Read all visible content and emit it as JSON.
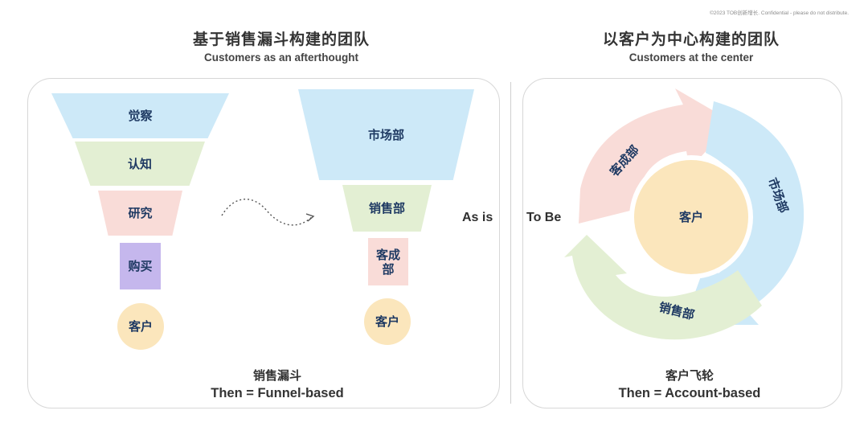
{
  "copyright": "©2023 TOB创新增长. Confidential - please do not distribute.",
  "left_section": {
    "title": "基于销售漏斗构建的团队",
    "subtitle": "Customers as an afterthought",
    "funnel1": [
      "觉察",
      "认知",
      "研究",
      "购买"
    ],
    "funnel1_customer": "客户",
    "funnel2": [
      "市场部",
      "销售部",
      "客成\n部"
    ],
    "funnel2_customer": "客户",
    "caption_cn": "销售漏斗",
    "caption_en": "Then = Funnel-based"
  },
  "as_is": "As is",
  "to_be": "To Be",
  "right_section": {
    "title": "以客户为中心构建的团队",
    "subtitle": "Customers at the center",
    "center": "客户",
    "arrow_top_left": "客成部",
    "arrow_right": "市场部",
    "arrow_bottom": "销售部",
    "caption_cn": "客户飞轮",
    "caption_en": "Then = Account-based"
  },
  "colors": {
    "blue": "#cde9f8",
    "green": "#e3efd3",
    "pink": "#f9dcd8",
    "purple": "#c5b7ed",
    "yellow": "#fbe6bc",
    "label": "#1f3a63"
  }
}
